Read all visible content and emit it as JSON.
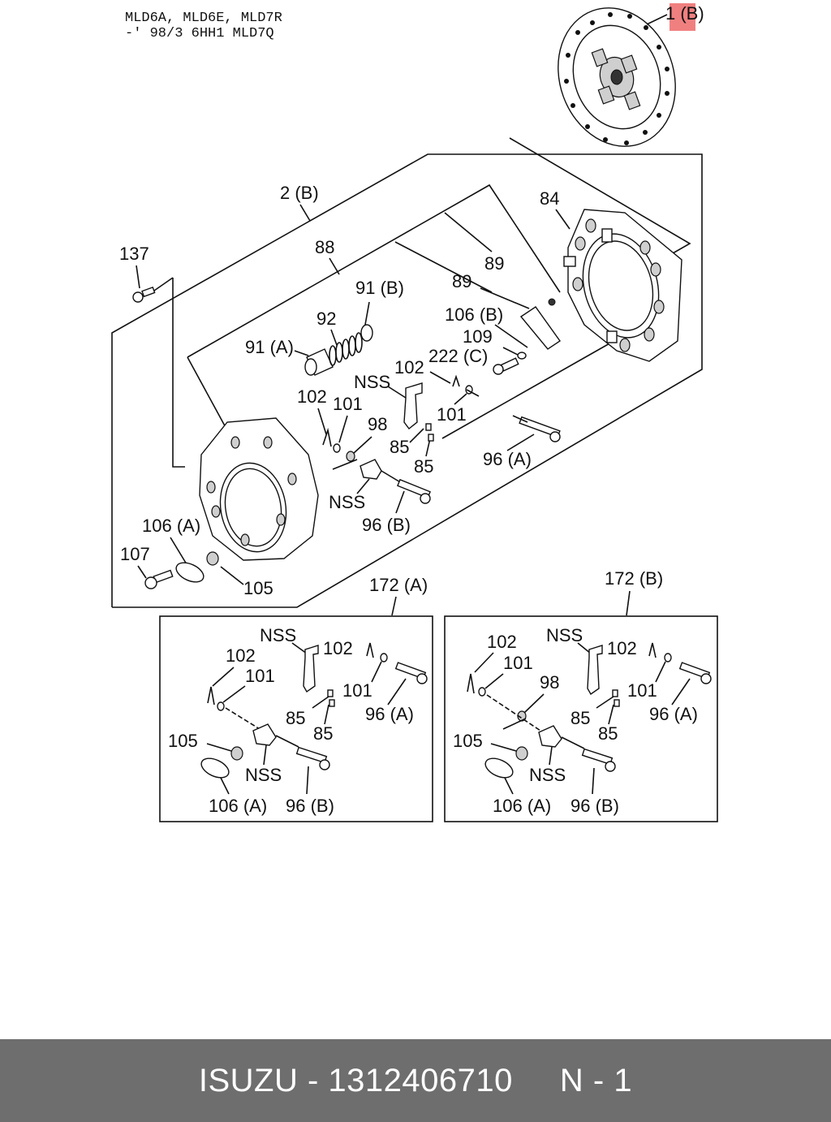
{
  "header": {
    "line1": "MLD6A, MLD6E, MLD7R",
    "line2": "-' 98/3  6HH1  MLD7Q"
  },
  "highlight_color": "#f08080",
  "labels": {
    "l1b": "1 (B)",
    "l2b": "2 (B)",
    "l84": "84",
    "l88": "88",
    "l89a": "89",
    "l89b": "89",
    "l137": "137",
    "l91b": "91 (B)",
    "l92": "92",
    "l91a": "91 (A)",
    "l106b": "106 (B)",
    "l109": "109",
    "l222c": "222 (C)",
    "l102a": "102",
    "lnss1": "NSS",
    "l102b": "102",
    "l101a": "101",
    "l98": "98",
    "l101b": "101",
    "l85a": "85",
    "l85b": "85",
    "l96a": "96 (A)",
    "lnss2": "NSS",
    "l96b": "96 (B)",
    "l106a": "106 (A)",
    "l107": "107",
    "l105": "105",
    "l172a": "172 (A)",
    "l172b": "172 (B)"
  },
  "box_a": {
    "nss1": "NSS",
    "p102a": "102",
    "p102b": "102",
    "p101a": "101",
    "p101b": "101",
    "p85a": "85",
    "p85b": "85",
    "p96a": "96 (A)",
    "p105": "105",
    "nss2": "NSS",
    "p106a": "106 (A)",
    "p96b": "96 (B)"
  },
  "box_b": {
    "p102a": "102",
    "nss1": "NSS",
    "p102b": "102",
    "p101a": "101",
    "p98": "98",
    "p101b": "101",
    "p85a": "85",
    "p96a": "96 (A)",
    "p85b": "85",
    "p105": "105",
    "nss2": "NSS",
    "p106a": "106 (A)",
    "p96b": "96 (B)"
  },
  "footer": {
    "text": "ISUZU - 1312406710     N - 1"
  }
}
